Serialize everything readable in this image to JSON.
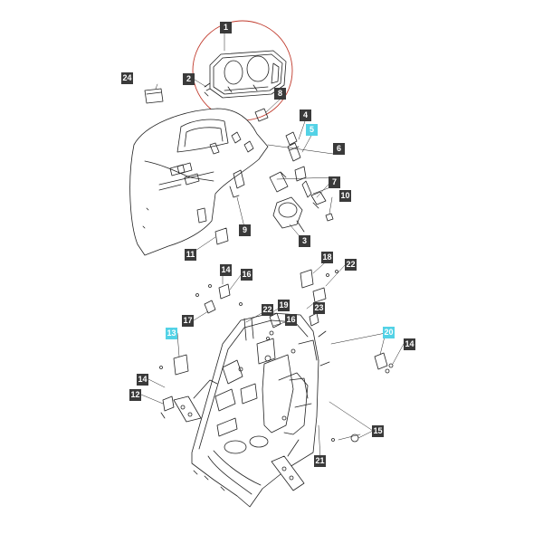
{
  "colors": {
    "callout_dark": "#3a3a3a",
    "callout_highlight": "#53d2e6",
    "highlight_circle": "#c0392b",
    "line_art": "#222222"
  },
  "callouts": {
    "c1": "1",
    "c2": "2",
    "c3": "3",
    "c4": "4",
    "c5": "5",
    "c6": "6",
    "c7": "7",
    "c8": "8",
    "c9": "9",
    "c10": "10",
    "c11": "11",
    "c12": "12",
    "c13": "13",
    "c14a": "14",
    "c14b": "14",
    "c14c": "14",
    "c15": "15",
    "c16a": "16",
    "c16b": "16",
    "c17": "17",
    "c18": "18",
    "c19": "19",
    "c20": "20",
    "c21": "21",
    "c22a": "22",
    "c22b": "22",
    "c23": "23",
    "c24": "24"
  },
  "highlighted_callouts": [
    "5",
    "13",
    "20"
  ]
}
